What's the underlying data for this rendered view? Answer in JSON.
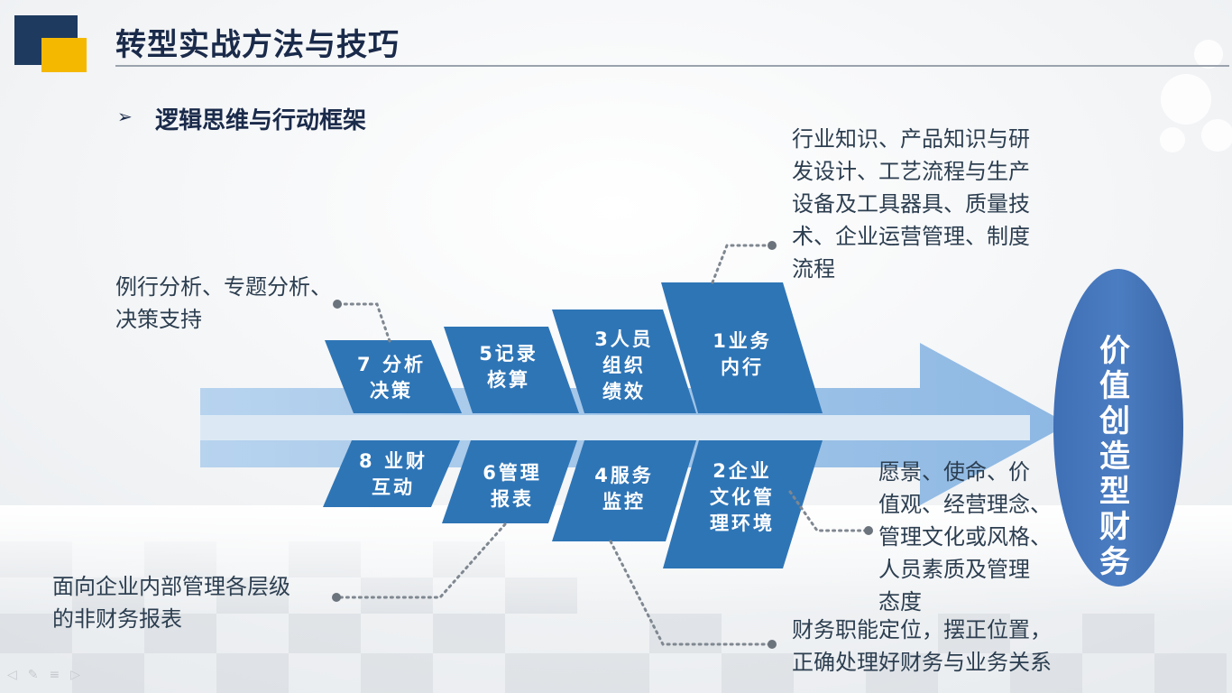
{
  "slide": {
    "title": "转型实战方法与技巧",
    "subtitle_bullet": "➢",
    "subtitle": "逻辑思维与行动框架"
  },
  "goal": "价值创造型财务",
  "steps": {
    "s1": "1业务\n内行",
    "s3": "3人员\n组织\n绩效",
    "s5": "5记录\n核算",
    "s7": "7 分析\n决策",
    "s2": "2企业\n文化管\n理环境",
    "s4": "4服务\n监控",
    "s6": "6管理\n报表",
    "s8": "8 业财\n互动"
  },
  "notes": {
    "n1": "行业知识、产品知识与研\n发设计、工艺流程与生产\n设备及工具器具、质量技\n术、企业运营管理、制度\n流程",
    "n7": "例行分析、专题分析、\n决策支持",
    "n2": "愿景、使命、价\n值观、经营理念、\n管理文化或风格、\n人员素质及管理\n态度",
    "n6": "面向企业内部管理各层级\n的非财务报表",
    "n4": "财务职能定位，摆正位置，\n正确处理好财务与业务关系"
  },
  "colors": {
    "box_blue": "#2e75b6",
    "goal_blue": "#3f6fb5",
    "arrow_light": "#9dc3e6",
    "arrow_pale": "#dce9f5",
    "logo_dark": "#1e3a5f",
    "logo_yellow": "#f5b800"
  },
  "toolbar_icons": [
    "back-icon",
    "pen-icon",
    "menu-icon",
    "forward-icon"
  ]
}
